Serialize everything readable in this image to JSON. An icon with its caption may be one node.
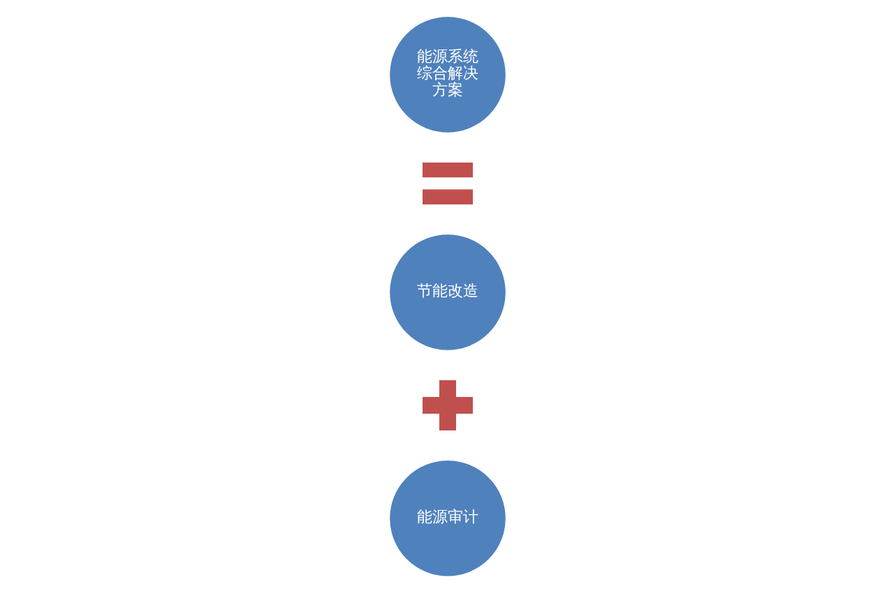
{
  "diagram": {
    "nodes": [
      {
        "text": [
          "能源审计"
        ]
      },
      {
        "text": [],
        "shape": "plus"
      },
      {
        "text": [
          "节能改造"
        ]
      },
      {
        "text": [],
        "shape": "equals"
      },
      {
        "text": [
          "能源系统综合解决方案"
        ]
      }
    ]
  }
}
